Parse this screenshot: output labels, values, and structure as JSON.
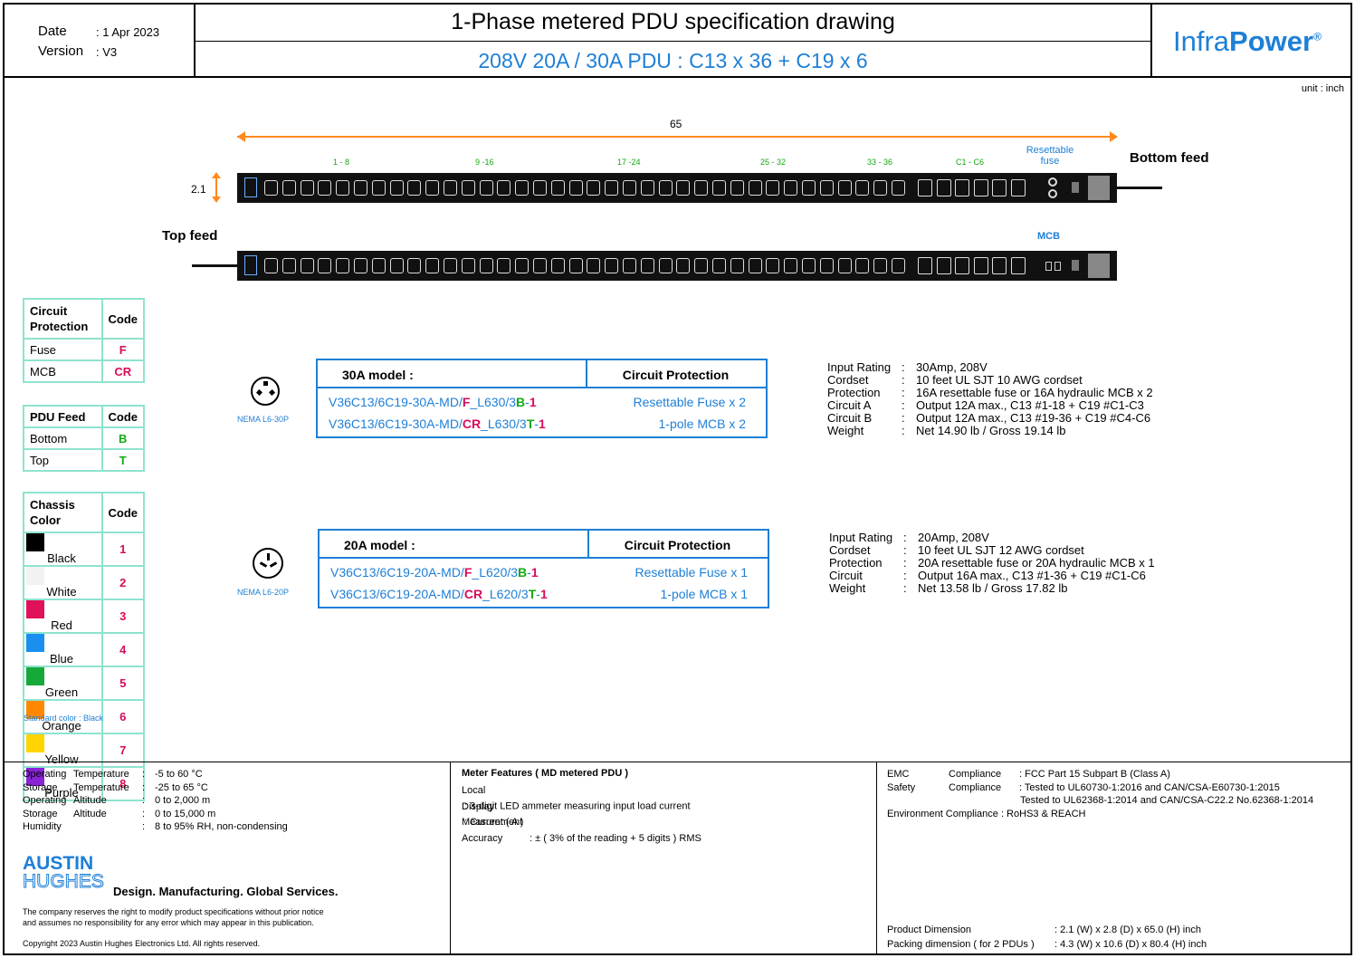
{
  "header": {
    "date_label": "Date",
    "date_value": ": 1 Apr 2023",
    "version_label": "Version",
    "version_value": ": V3",
    "title": "1-Phase metered PDU specification drawing",
    "subtitle": "208V 20A / 30A PDU  :  C13 x 36  +  C19 x 6",
    "logo_part1": "Infra",
    "logo_part2": "Power",
    "logo_reg": "®"
  },
  "drawing": {
    "unit": "unit : inch",
    "length": "65",
    "height": "2.1",
    "groups": [
      "1 - 8",
      "9 -16",
      "17 -24",
      "25 - 32",
      "33 - 36",
      "C1 - C6"
    ],
    "resettable_fuse": "Resettable fuse",
    "bottom_feed": "Bottom feed",
    "top_feed": "Top feed",
    "mcb": "MCB"
  },
  "tables": {
    "circuit": {
      "header": "Circuit Protection",
      "code_header": "Code",
      "rows": [
        {
          "label": "Fuse",
          "code": "F"
        },
        {
          "label": "MCB",
          "code": "CR"
        }
      ]
    },
    "feed": {
      "header": "PDU Feed",
      "code_header": "Code",
      "rows": [
        {
          "label": "Bottom",
          "code": "B"
        },
        {
          "label": "Top",
          "code": "T"
        }
      ]
    },
    "chassis": {
      "header": "Chassis Color",
      "code_header": "Code",
      "rows": [
        {
          "label": "Black",
          "code": "1",
          "color": "#000000"
        },
        {
          "label": "White",
          "code": "2",
          "color": "#f2f2f2"
        },
        {
          "label": "Red",
          "code": "3",
          "color": "#e0105a"
        },
        {
          "label": "Blue",
          "code": "4",
          "color": "#1b8ff0"
        },
        {
          "label": "Green",
          "code": "5",
          "color": "#17a83a"
        },
        {
          "label": "Orange",
          "code": "6",
          "color": "#ff8800"
        },
        {
          "label": "Yellow",
          "code": "7",
          "color": "#ffd400"
        },
        {
          "label": "Purple",
          "code": "8",
          "color": "#8a22d6"
        }
      ],
      "note": "Standard color : Black"
    }
  },
  "models": {
    "m30": {
      "plug": "NEMA L6-30P",
      "title": "30A model :",
      "cp_header": "Circuit Protection",
      "line1_a": "V36C13/6C19-30A-MD/",
      "line1_b": "F",
      "line1_c": "_L630/3",
      "line1_d": "B",
      "line1_e": "-",
      "line1_f": "1",
      "line1_cp": "Resettable Fuse x 2",
      "line2_a": "V36C13/6C19-30A-MD/",
      "line2_b": "CR",
      "line2_c": "_L630/3",
      "line2_d": "T",
      "line2_e": "-",
      "line2_f": "1",
      "line2_cp": "1-pole MCB x 2",
      "specs": [
        {
          "k": "Input Rating",
          "v": "30Amp, 208V"
        },
        {
          "k": "Cordset",
          "v": "10 feet UL SJT 10 AWG cordset"
        },
        {
          "k": "Protection",
          "v": "16A resettable fuse or 16A hydraulic MCB  x 2"
        },
        {
          "k": "Circuit A",
          "v": "Output 12A max., C13 #1-18    + C19 #C1-C3"
        },
        {
          "k": "Circuit B",
          "v": "Output 12A max., C13 #19-36  + C19 #C4-C6"
        },
        {
          "k": "Weight",
          "v": "Net 14.90 lb / Gross 19.14 lb"
        }
      ]
    },
    "m20": {
      "plug": "NEMA L6-20P",
      "title": "20A model :",
      "cp_header": "Circuit Protection",
      "line1_a": "V36C13/6C19-20A-MD/",
      "line1_b": "F",
      "line1_c": "_L620/3",
      "line1_d": "B",
      "line1_e": "-",
      "line1_f": "1",
      "line1_cp": "Resettable Fuse x 1",
      "line2_a": "V36C13/6C19-20A-MD/",
      "line2_b": "CR",
      "line2_c": "_L620/3",
      "line2_d": "T",
      "line2_e": "-",
      "line2_f": "1",
      "line2_cp": "1-pole MCB x 1",
      "specs": [
        {
          "k": "Input Rating",
          "v": "20Amp, 208V"
        },
        {
          "k": "Cordset",
          "v": "10 feet UL SJT 12 AWG cordset"
        },
        {
          "k": "Protection",
          "v": "20A resettable fuse or 20A hydraulic MCB  x 1"
        },
        {
          "k": "Circuit",
          "v": "Output 16A max., C13 #1-36 + C19 #C1-C6"
        },
        {
          "k": "Weight",
          "v": "Net 13.58 lb / Gross 17.82 lb"
        }
      ]
    }
  },
  "footer": {
    "env": [
      {
        "a": "Operating",
        "b": "Temperature",
        "v": "-5 to 60 °C"
      },
      {
        "a": "Storage",
        "b": "Temperature",
        "v": "-25 to 65 °C"
      },
      {
        "a": "Operating",
        "b": "Altitude",
        "v": "0 to 2,000 m"
      },
      {
        "a": "Storage",
        "b": "Altitude",
        "v": "0 to 15,000 m"
      },
      {
        "a": "Humidity",
        "b": "",
        "v": "8 to 95% RH, non-condensing"
      }
    ],
    "brand1": "AUSTIN",
    "brand2": "HUGHES",
    "tagline": "Design. Manufacturing. Global Services.",
    "disclaimer1": "The company reserves the right to modify product specifications without prior notice",
    "disclaimer2": "and assumes no responsibility for any error which may appear in this publication.",
    "copyright": "Copyright 2023 Austin Hughes Electronics Ltd. All rights reserved.",
    "meter_title": "Meter Features ( MD metered PDU )",
    "meter": [
      {
        "k": "Local Display",
        "v": ": 3-digit LED ammeter measuring input load current"
      },
      {
        "k": "Measurement",
        "v": ": Current ( A )"
      },
      {
        "k": "Accuracy",
        "v": ": ± ( 3% of the reading + 5 digits ) RMS"
      }
    ],
    "emc_k1": "EMC",
    "emc_k2": "Compliance",
    "emc_v": ":  FCC Part 15 Subpart B (Class A)",
    "safety_k1": "Safety",
    "safety_k2": "Compliance",
    "safety_v1": ":  Tested to UL60730-1:2016 and CAN/CSA-E60730-1:2015",
    "safety_v2": "Tested to UL62368-1:2014 and CAN/CSA-C22.2 No.62368-1:2014",
    "env_comp": "Environment Compliance  :  RoHS3 & REACH",
    "dim_k": "Product Dimension",
    "dim_v": ":    2.1 (W) x 2.8 (D) x 65.0 (H) inch",
    "pack_k": "Packing dimension ( for 2 PDUs )",
    "pack_v": ":    4.3 (W) x 10.6 (D) x 80.4 (H) inch"
  }
}
